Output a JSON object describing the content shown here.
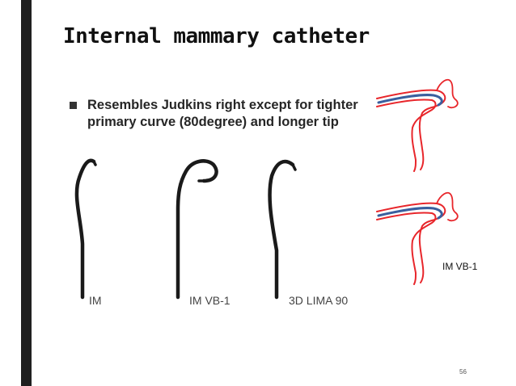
{
  "slide": {
    "title": "Internal mammary catheter",
    "bullet": "Resembles Judkins right  except for tighter primary curve (80degree) and longer tip",
    "catheter_labels": [
      "IM",
      "IM VB-1",
      "3D LIMA 90"
    ],
    "anatomy_label": "IM VB-1",
    "page_number": "56"
  },
  "colors": {
    "vessel": "#e8262b",
    "catheter": "#3a5f9e",
    "text": "#262626",
    "bar": "#1f1f1f"
  }
}
